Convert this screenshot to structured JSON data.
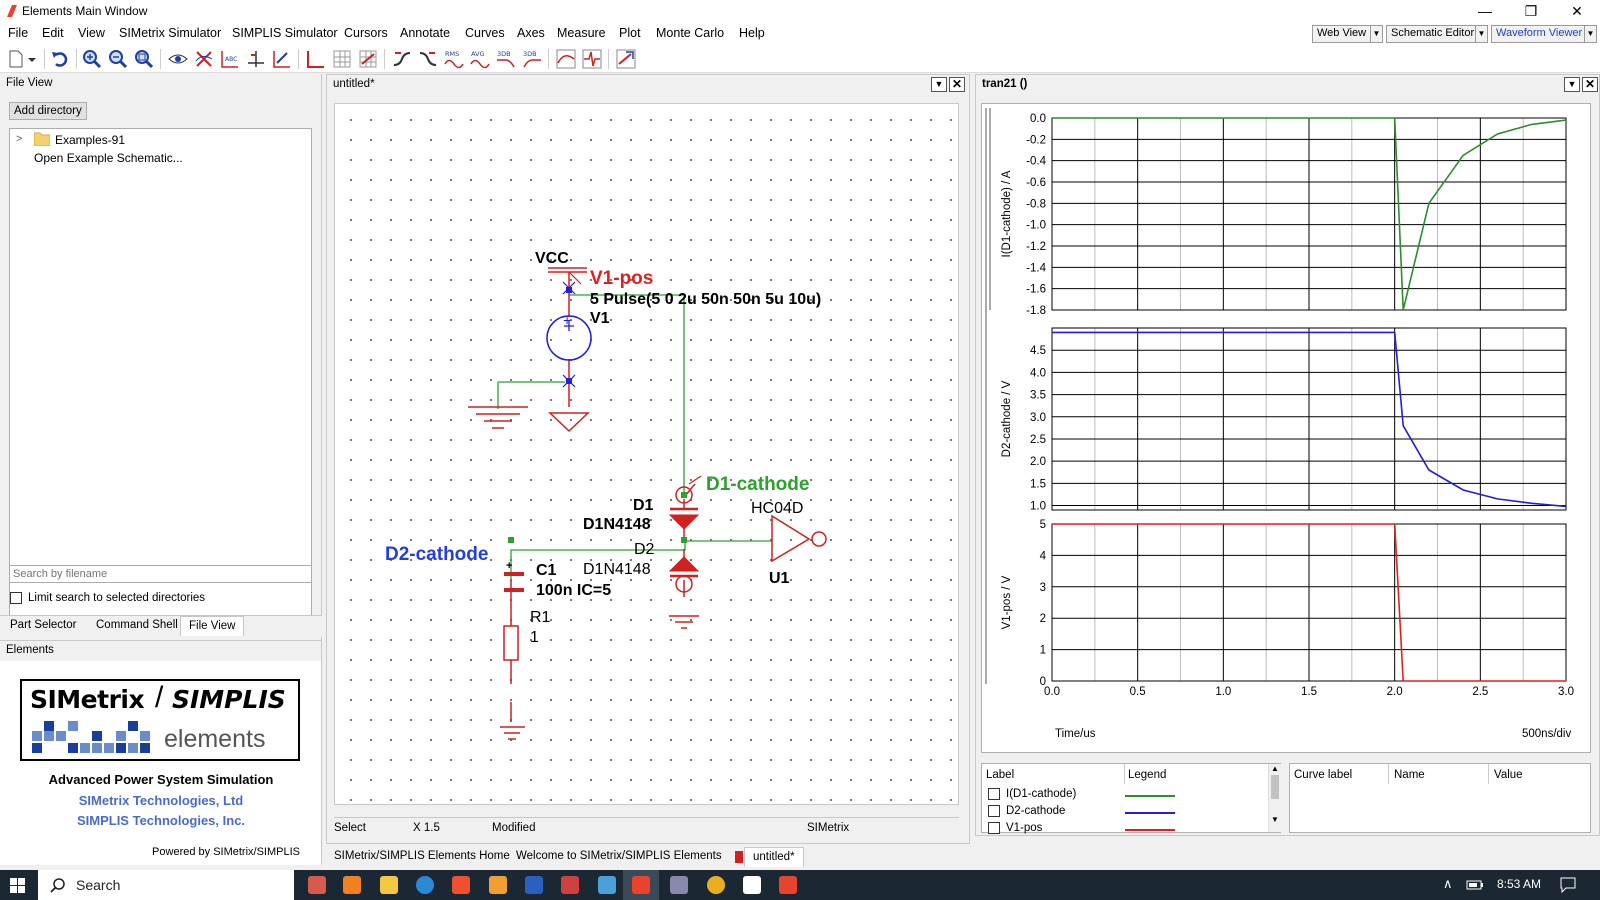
{
  "window": {
    "title": "Elements Main Window",
    "minimize": "—",
    "maximize": "❐",
    "close": "✕"
  },
  "menu": [
    "File",
    "Edit",
    "View",
    "SIMetrix Simulator",
    "SIMPLIS Simulator",
    "Cursors",
    "Annotate",
    "Curves",
    "Axes",
    "Measure",
    "Plot",
    "Monte Carlo",
    "Help"
  ],
  "modes": {
    "web_view": "Web View",
    "schematic_editor": "Schematic Editor",
    "waveform_viewer": "Waveform Viewer"
  },
  "toolbar": {
    "icons": [
      "new-file-icon",
      "dropdown-icon",
      "undo-icon",
      "zoom-in-icon",
      "zoom-out-icon",
      "zoom-fit-icon",
      "eye-icon",
      "delete-curve-icon",
      "abc-icon",
      "add-axis-icon",
      "new-grid-icon",
      "grid-a-icon",
      "grid-b-icon",
      "grid-c-icon",
      "fall-time-icon",
      "rise-time-icon",
      "rms-icon",
      "avg-icon",
      "3db-high-icon",
      "3db-low-icon",
      "fft-icon",
      "pulse-icon",
      "settings-icon"
    ],
    "labels": {
      "rms": "RMS",
      "avg": "AVG",
      "db1": "3DB",
      "db2": "3DB"
    }
  },
  "file_view": {
    "header": "File View",
    "add_directory": "Add directory",
    "tree": [
      {
        "label": "Examples-91",
        "expander": ">"
      },
      {
        "label": "Open Example Schematic..."
      }
    ],
    "search_placeholder": "Search by filename",
    "limit_search": "Limit search to selected directories",
    "tabs": [
      "Part Selector",
      "Command Shell",
      "File View"
    ]
  },
  "elements_panel": {
    "header": "Elements",
    "logo_simetrix": "SIMetrix",
    "logo_slash": "/",
    "logo_simplis": "SIMPLIS",
    "logo_elements": "elements",
    "tagline": "Advanced Power System Simulation",
    "company1": "SIMetrix Technologies, Ltd",
    "company2": "SIMPLIS Technologies, Inc.",
    "powered": "Powered by SIMetrix/SIMPLIS"
  },
  "schematic": {
    "tab_title": "untitled*",
    "labels": {
      "vcc": "VCC",
      "v1pos": "V1-pos",
      "pulse": "5 Pulse(5 0 2u 50n 50n 5u 10u)",
      "v1": "V1",
      "d1cathode": "D1-cathode",
      "d1": "D1",
      "d1model": "D1N4148",
      "hc04": "HC04D",
      "d2cathode": "D2-cathode",
      "d2": "D2",
      "d2model": "D1N4148",
      "u1": "U1",
      "c1": "C1",
      "c1val": "100n IC=5",
      "r1": "R1",
      "r1val": "1",
      "plus": "+",
      "plus2": "+"
    },
    "status": {
      "mode": "Select",
      "zoom": "X 1.5",
      "modified": "Modified",
      "sim": "SIMetrix"
    },
    "bottom_tabs": [
      "SIMetrix/SIMPLIS Elements Home",
      "Welcome to SIMetrix/SIMPLIS Elements",
      "untitled*"
    ]
  },
  "waveform": {
    "tab_title": "tran21 ()",
    "xlabel": "Time/us",
    "xdiv": "500ns/div",
    "curve_colors": {
      "i_d1": "#2e8b2e",
      "d2": "#1f1fe0",
      "v1": "#e01f1f"
    },
    "legend_headers": {
      "label": "Label",
      "legend": "Legend",
      "curve_label": "Curve label",
      "name": "Name",
      "value": "Value"
    },
    "legend_items": [
      "I(D1-cathode)",
      "D2-cathode",
      "V1-pos"
    ]
  },
  "chart_data": [
    {
      "type": "line",
      "ylabel": "I(D1-cathode) / A",
      "xlim": [
        0,
        3
      ],
      "ylim": [
        -1.8,
        0
      ],
      "yticks": [
        "0.0",
        "-0.2",
        "-0.4",
        "-0.6",
        "-0.8",
        "-1.0",
        "-1.2",
        "-1.4",
        "-1.6",
        "-1.8"
      ],
      "series": [
        {
          "name": "I(D1-cathode)",
          "x": [
            0,
            2.0,
            2.05,
            2.2,
            2.4,
            2.6,
            2.8,
            3.0
          ],
          "y": [
            0,
            0,
            -1.8,
            -0.8,
            -0.35,
            -0.15,
            -0.06,
            -0.02
          ]
        }
      ]
    },
    {
      "type": "line",
      "ylabel": "D2-cathode / V",
      "xlim": [
        0,
        3
      ],
      "ylim": [
        0.9,
        5.0
      ],
      "yticks": [
        "4.5",
        "4.0",
        "3.5",
        "3.0",
        "2.5",
        "2.0",
        "1.5",
        "1.0"
      ],
      "series": [
        {
          "name": "D2-cathode",
          "x": [
            0,
            2.0,
            2.05,
            2.2,
            2.4,
            2.6,
            2.8,
            3.0
          ],
          "y": [
            4.9,
            4.9,
            2.8,
            1.8,
            1.35,
            1.15,
            1.05,
            0.98
          ]
        }
      ]
    },
    {
      "type": "line",
      "ylabel": "V1-pos / V",
      "xlim": [
        0,
        3
      ],
      "ylim": [
        0,
        5
      ],
      "yticks": [
        "5",
        "4",
        "3",
        "2",
        "1",
        "0"
      ],
      "xticks": [
        "0.0",
        "0.5",
        "1.0",
        "1.5",
        "2.0",
        "2.5",
        "3.0"
      ],
      "series": [
        {
          "name": "V1-pos",
          "x": [
            0,
            2.0,
            2.05,
            3.0
          ],
          "y": [
            5,
            5,
            0,
            0
          ]
        }
      ]
    }
  ],
  "taskbar": {
    "search": "Search",
    "time": "8:53 AM"
  }
}
